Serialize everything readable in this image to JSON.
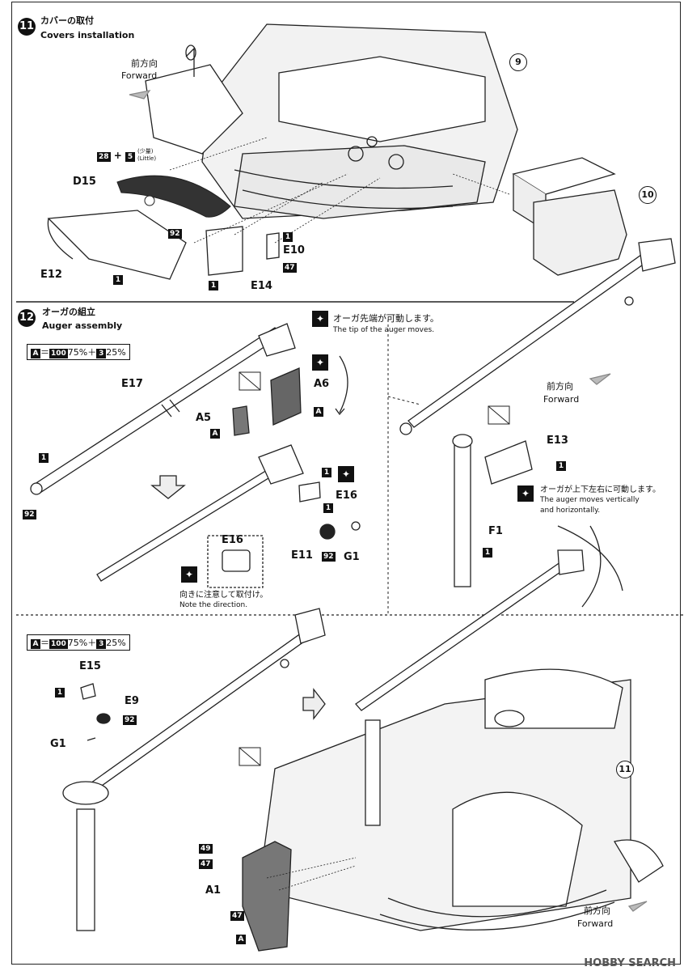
{
  "step11": {
    "number": "11",
    "title_jp": "カバーの取付",
    "title_en": "Covers installation",
    "forward_jp": "前方向",
    "forward_en": "Forward",
    "ref9": "9",
    "ref10": "10",
    "paint_note": {
      "a": "28",
      "plus": "+",
      "b": "5",
      "jp": "(少量)",
      "en": "(Little)"
    },
    "parts": {
      "D15": "D15",
      "E12": "E12",
      "E10": "E10",
      "E14": "E14"
    },
    "paint_codes": {
      "c92": "92",
      "c1a": "1",
      "c1b": "1",
      "c1c": "1",
      "c47": "47"
    }
  },
  "step12": {
    "number": "12",
    "title_jp": "オーガの組立",
    "title_en": "Auger assembly",
    "ratio": {
      "a": "A",
      "eq": "＝",
      "b": "100",
      "bpct": "75%",
      "plus": "＋",
      "c": "3",
      "cpct": "25%"
    },
    "note_tip_jp": "オーガ先端が可動します。",
    "note_tip_en": "The tip of the auger moves.",
    "note_dir_jp": "向きに注意して取付け。",
    "note_dir_en": "Note the direction.",
    "note_move_jp": "オーガが上下左右に可動します。",
    "note_move_en1": "The auger moves vertically",
    "note_move_en2": "and horizontally.",
    "forward_jp": "前方向",
    "forward_en": "Forward",
    "parts": {
      "E17": "E17",
      "A6": "A6",
      "A5": "A5",
      "E16": "E16",
      "E16b": "E16",
      "E11": "E11",
      "G1": "G1",
      "E13": "E13",
      "F1": "F1"
    },
    "paint_codes": {
      "c92a": "92",
      "c92b": "92",
      "c1a": "1",
      "c1b": "1",
      "c1c": "1",
      "c1d": "1",
      "cA1": "A",
      "cA2": "A"
    }
  },
  "final": {
    "ratio": {
      "a": "A",
      "eq": "＝",
      "b": "100",
      "bpct": "75%",
      "plus": "＋",
      "c": "3",
      "cpct": "25%"
    },
    "ref11": "11",
    "forward_jp": "前方向",
    "forward_en": "Forward",
    "parts": {
      "E15": "E15",
      "E9": "E9",
      "G1": "G1",
      "A1": "A1"
    },
    "paint_codes": {
      "c1": "1",
      "c92": "92",
      "c49": "49",
      "c47a": "47",
      "c47b": "47",
      "cA": "A"
    }
  },
  "watermark": "HOBBY SEARCH"
}
